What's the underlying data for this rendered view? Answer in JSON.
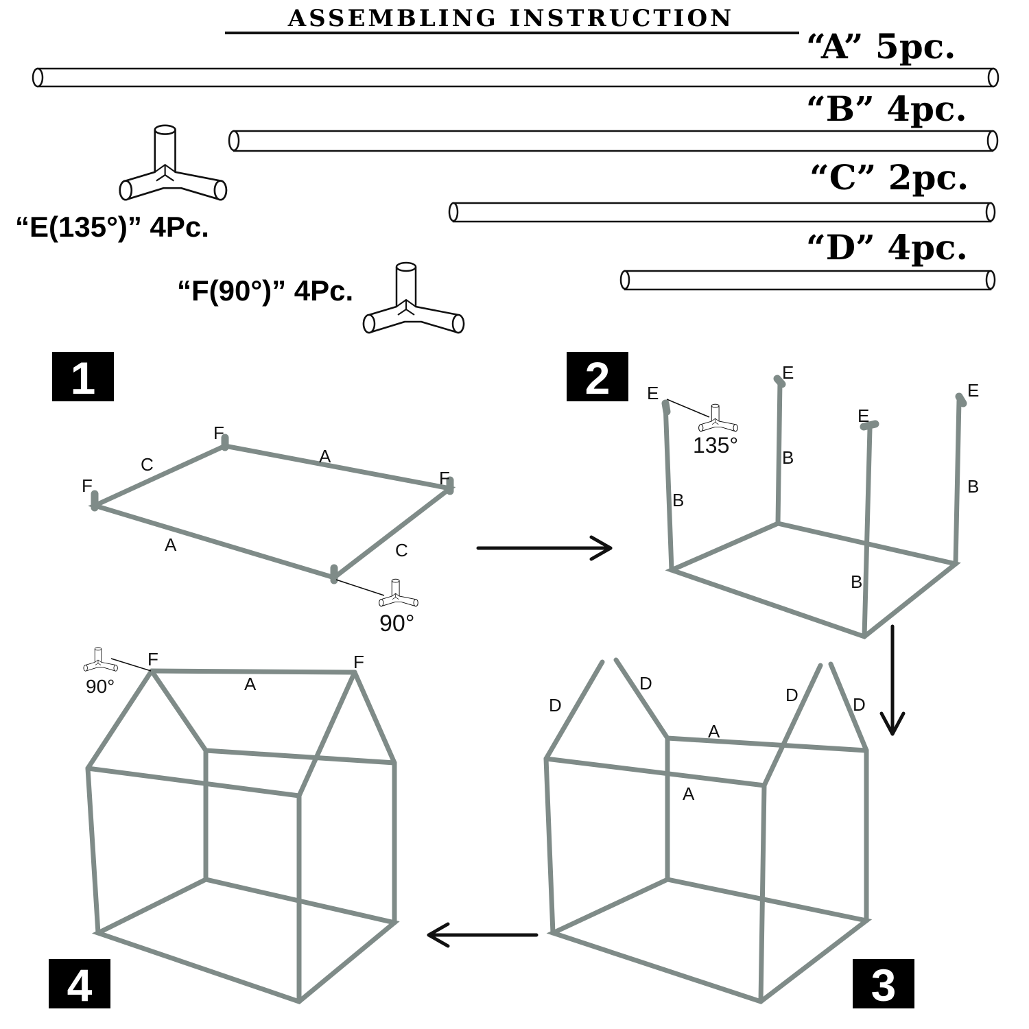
{
  "header": {
    "title": "ASSEMBLING INSTRUCTION"
  },
  "parts": {
    "a": "“A” 5pc.",
    "b": "“B” 4pc.",
    "c": "“C” 2pc.",
    "d": "“D” 4pc.",
    "e": "“E(135°)” 4Pc.",
    "f": "“F(90°)” 4Pc."
  },
  "steps": {
    "s1": "1",
    "s2": "2",
    "s3": "3",
    "s4": "4"
  },
  "frame_labels": {
    "A": "A",
    "B": "B",
    "C": "C",
    "D": "D",
    "E": "E",
    "F": "F"
  },
  "angles": {
    "a90": "90°",
    "a135": "135°"
  },
  "colors": {
    "frame": "#7f8b88",
    "ink": "#111111",
    "badge": "#000000"
  }
}
